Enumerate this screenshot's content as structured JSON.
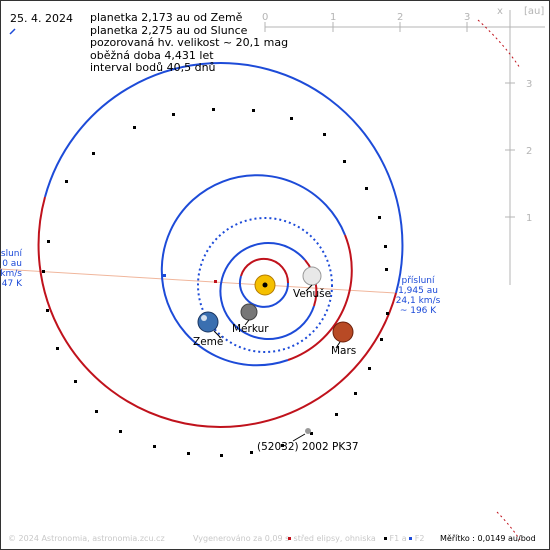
{
  "date": "25. 4. 2024",
  "info_lines": [
    "planetka 2,173 au od Země",
    "planetka 2,275 au od Slunce",
    "pozorovaná hv. velikost ~ 20,1 mag",
    "oběžná doba 4,431 let",
    "interval bodů 40,5 dnů"
  ],
  "axes": {
    "x_ticks": [
      "0",
      "1",
      "2",
      "3"
    ],
    "x_label": "x",
    "unit_label": "[au]",
    "y_ticks": [
      "3",
      "2",
      "1"
    ]
  },
  "bodies": {
    "venus": "Venuše",
    "mercury": "Merkur",
    "earth": "Země",
    "mars": "Mars",
    "asteroid": "(52032) 2002 PK37"
  },
  "perihelion_right": [
    "přísluní",
    "1,945 au",
    "24,1 km/s",
    "~ 196 K"
  ],
  "perihelion_left": [
    "sluní",
    "0 au",
    "km/s",
    "47 K"
  ],
  "footer": {
    "copyright": "© 2024 Astronomia, astronomia.zcu.cz",
    "generated": "Vygenerováno za 0,09 s",
    "ellipse_center": "střed elipsy, ohniska",
    "f1": "F1 a",
    "f2": "F2",
    "scale": "Měřítko : 0,0149 au/bod"
  },
  "colors": {
    "orbit_blue": "#1d4bd8",
    "orbit_red": "#c0121c",
    "apsis_line": "#f0b69c",
    "axis_grey": "#b4b4b4"
  }
}
